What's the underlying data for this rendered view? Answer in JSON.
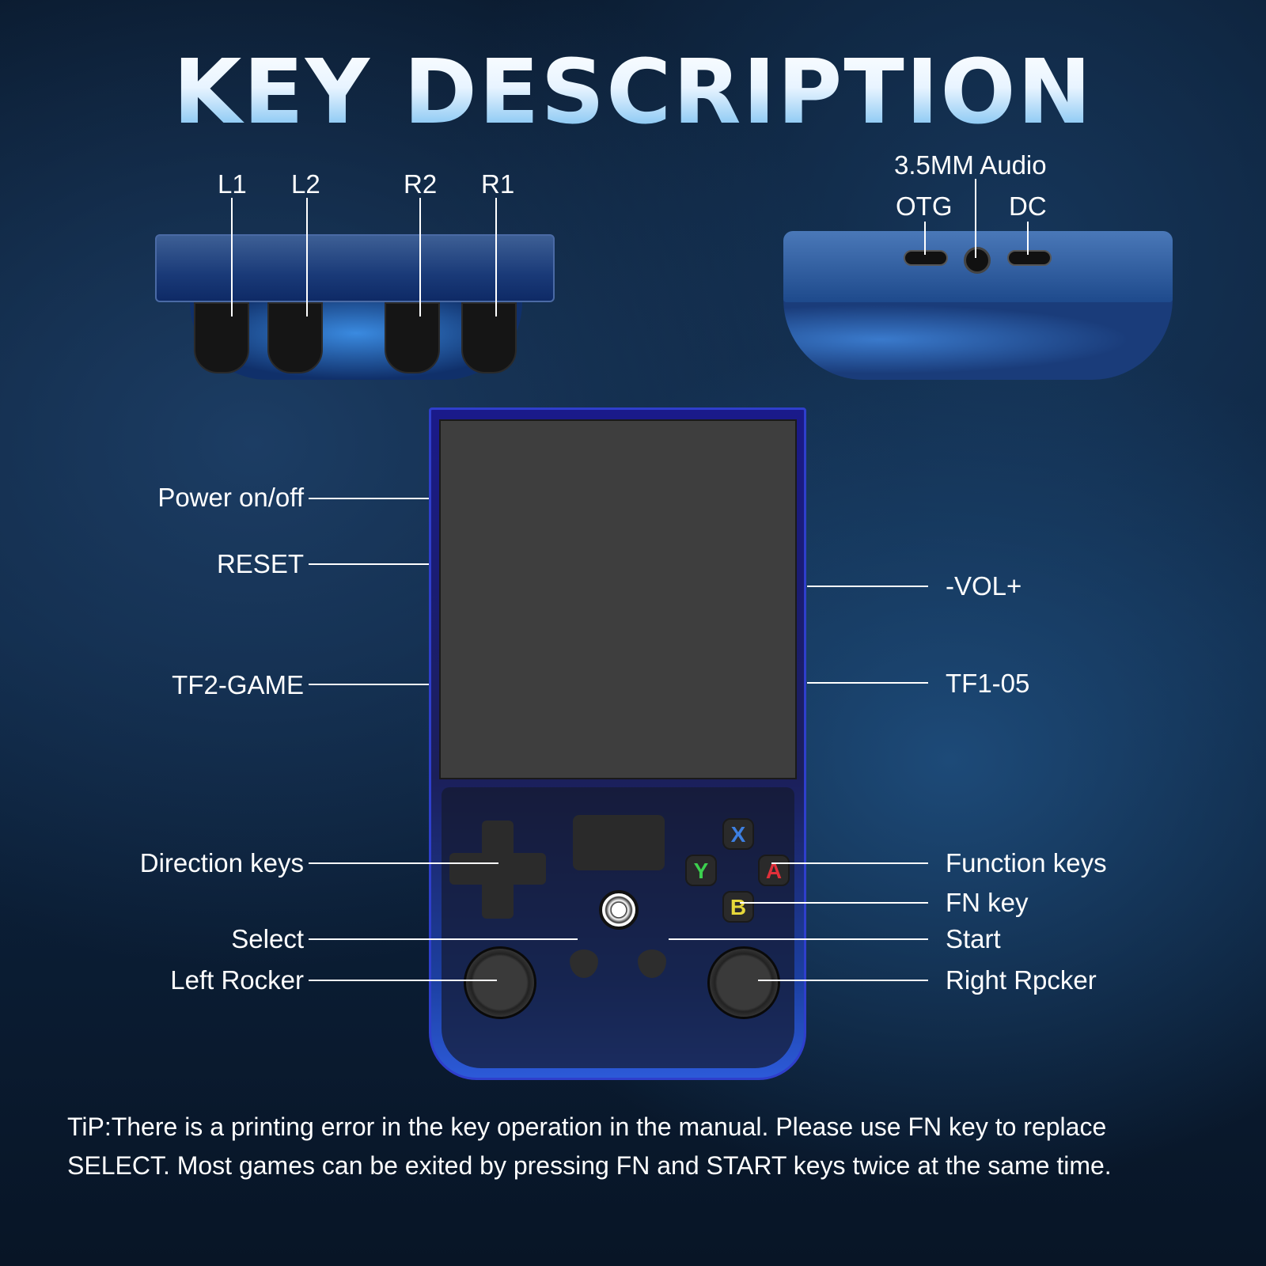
{
  "title": "KEY DESCRIPTION",
  "top_view_labels": {
    "l1": "L1",
    "l2": "L2",
    "r2": "R2",
    "r1": "R1"
  },
  "bottom_view_labels": {
    "audio": "3.5MM Audio",
    "otg": "OTG",
    "dc": "DC"
  },
  "left_labels": {
    "power": "Power on/off",
    "reset": "RESET",
    "tf2": "TF2-GAME",
    "direction": "Direction keys",
    "select": "Select",
    "left_rocker": "Left Rocker"
  },
  "right_labels": {
    "vol": "-VOL+",
    "tf1": "TF1-05",
    "function": "Function keys",
    "fn": "FN key",
    "start": "Start",
    "right_rocker": "Right Rpcker"
  },
  "buttons": {
    "x": "X",
    "y": "Y",
    "a": "A",
    "b": "B"
  },
  "button_colors": {
    "x": "#3d7fe0",
    "y": "#3ccf4e",
    "a": "#e0303a",
    "b": "#e6d83a"
  },
  "tip": "TiP:There is a printing error in the key operation in the manual. Please use FN key to replace SELECT. Most games can be exited by pressing FN and START keys twice at the same time."
}
